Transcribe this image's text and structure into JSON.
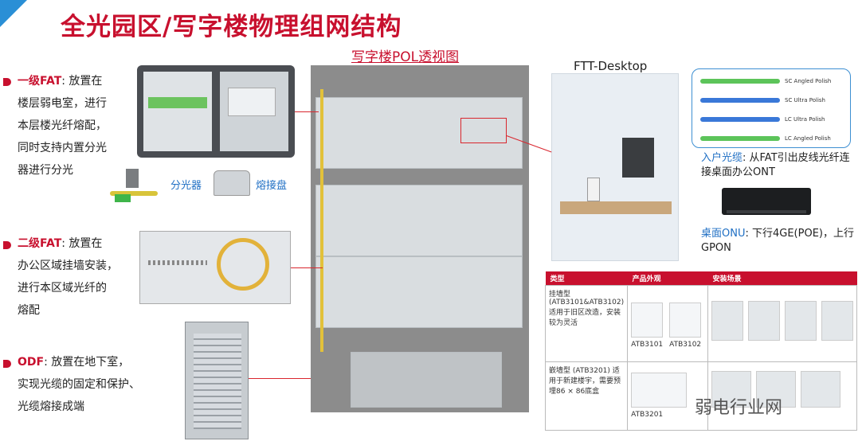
{
  "title": "全光园区/写字楼物理组网结构",
  "center_title": "写字楼POL透视图",
  "ftt_title": "FTT-Desktop",
  "left": {
    "fat1": {
      "head": "一级FAT",
      "lines": [
        ": 放置在",
        "楼层弱电室，进行",
        "本层楼光纤熔配，",
        "同时支持内置分光",
        "器进行分光"
      ]
    },
    "splitter_label": "分光器",
    "splice_tray_label": "熔接盘",
    "fat2": {
      "head": "二级FAT",
      "lines": [
        ": 放置在",
        "办公区域挂墙安装，",
        "进行本区域光纤的",
        "熔配"
      ]
    },
    "odf": {
      "head": "ODF",
      "lines": [
        ": 放置在地下室，",
        "实现光缆的固定和保护、",
        "光缆熔接成端"
      ]
    }
  },
  "cables": [
    {
      "label": "SC Angled Polish",
      "color": "#5cc45a"
    },
    {
      "label": "SC Ultra Polish",
      "color": "#3a78d8"
    },
    {
      "label": "LC Ultra Polish",
      "color": "#3a78d8"
    },
    {
      "label": "LC Angled Polish",
      "color": "#5cc45a"
    }
  ],
  "drop_cable": {
    "head": "入户光缆",
    "text": ": 从FAT引出皮线光纤连接桌面办公ONT"
  },
  "onu": {
    "head": "桌面ONU",
    "text": ": 下行4GE(POE)，上行GPON"
  },
  "table": {
    "headers": [
      "类型",
      "产品外观",
      "安装场景"
    ],
    "rows": [
      {
        "type": "挂墙型 (ATB3101&ATB3102) 适用于旧区改造，安装较为灵活",
        "products": [
          "ATB3101",
          "ATB3102"
        ]
      },
      {
        "type": "嵌墙型 (ATB3201) 适用于新建楼宇，需要预埋86 × 86底盒",
        "products": [
          "ATB3201"
        ]
      }
    ]
  },
  "watermark": "弱电行业网",
  "colors": {
    "accent": "#c8102e",
    "blue": "#1f6fc4",
    "corner": "#2a8fd6"
  }
}
